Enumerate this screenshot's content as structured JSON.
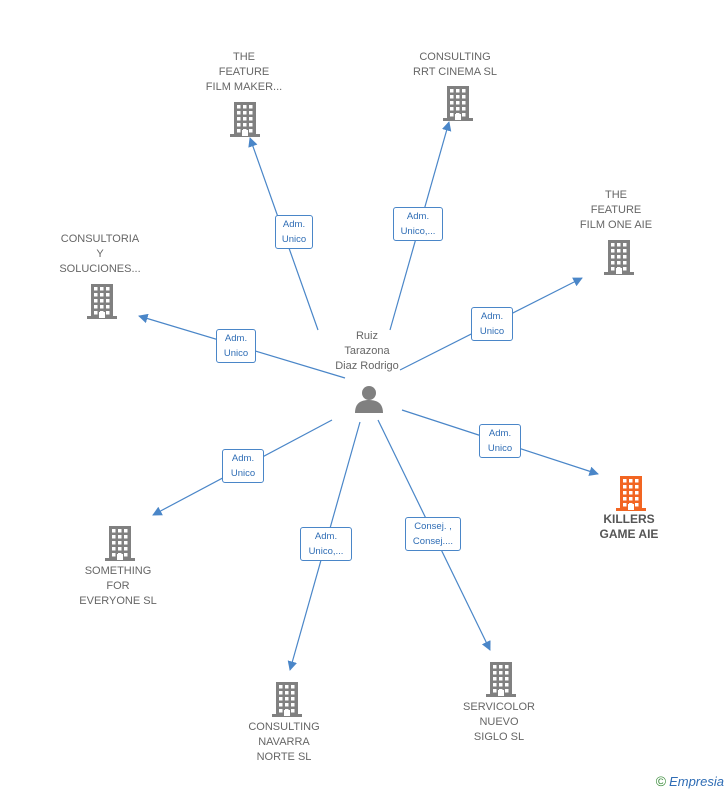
{
  "center": {
    "name": "Ruiz\nTarazona\nDiaz Rodrigo",
    "icon": "person-icon"
  },
  "nodes": [
    {
      "id": "feature-film-maker",
      "label": "THE\nFEATURE\nFILM MAKER...",
      "icon": "building-icon",
      "color": "#808080",
      "edge": "Adm.\nUnico",
      "highlight": false
    },
    {
      "id": "consulting-rrt-cinema",
      "label": "CONSULTING\nRRT CINEMA  SL",
      "icon": "building-icon",
      "color": "#808080",
      "edge": "Adm.\nUnico,...",
      "highlight": false
    },
    {
      "id": "feature-film-one",
      "label": "THE\nFEATURE\nFILM ONE  AIE",
      "icon": "building-icon",
      "color": "#808080",
      "edge": "Adm.\nUnico",
      "highlight": false
    },
    {
      "id": "killers-game",
      "label": "KILLERS\nGAME  AIE",
      "icon": "building-icon",
      "color": "#f26522",
      "edge": "Adm.\nUnico",
      "highlight": true
    },
    {
      "id": "servicolor",
      "label": "SERVICOLOR\nNUEVO\nSIGLO SL",
      "icon": "building-icon",
      "color": "#808080",
      "edge": "Consej. ,\nConsej....",
      "highlight": false
    },
    {
      "id": "consulting-navarra",
      "label": "CONSULTING\nNAVARRA\nNORTE  SL",
      "icon": "building-icon",
      "color": "#808080",
      "edge": "Adm.\nUnico,...",
      "highlight": false
    },
    {
      "id": "something-for-everyone",
      "label": "SOMETHING\nFOR\nEVERYONE  SL",
      "icon": "building-icon",
      "color": "#808080",
      "edge": "Adm.\nUnico",
      "highlight": false
    },
    {
      "id": "consultoria-soluciones",
      "label": "CONSULTORIA\nY\nSOLUCIONES...",
      "icon": "building-icon",
      "color": "#808080",
      "edge": "Adm.\nUnico",
      "highlight": false
    }
  ],
  "colors": {
    "edge": "#4a86c8",
    "building": "#808080",
    "highlight": "#f26522",
    "person": "#808080"
  },
  "footer": {
    "copyright": "©",
    "brand": "Empresia"
  }
}
